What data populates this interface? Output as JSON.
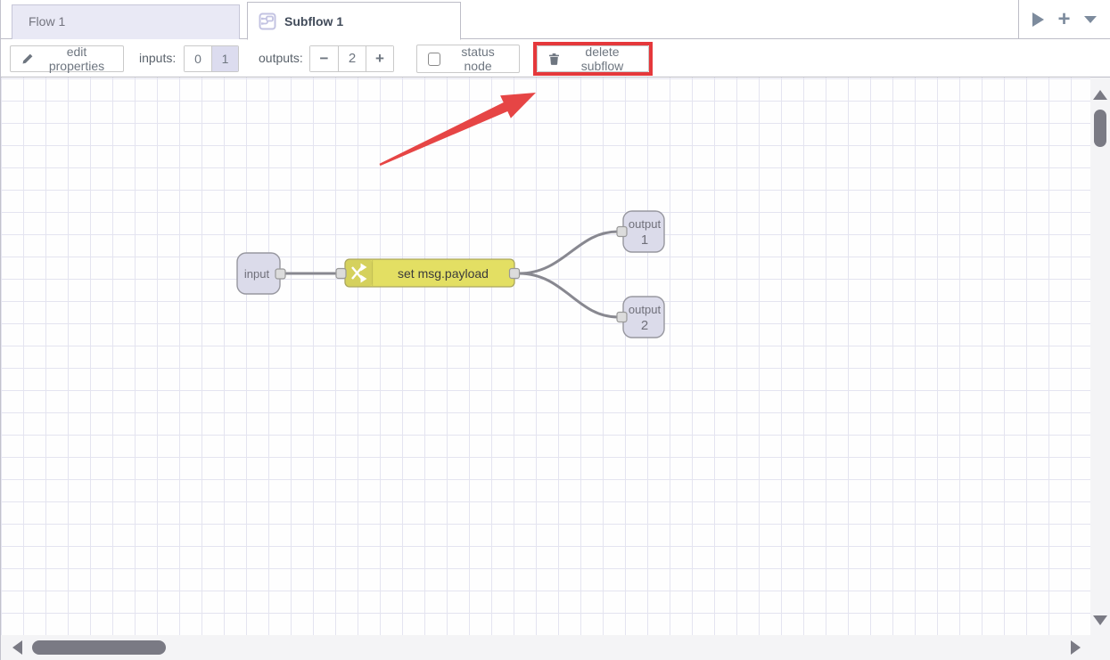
{
  "tabbar": {
    "tabs": [
      {
        "label": "Flow 1",
        "active": false
      },
      {
        "label": "Subflow 1",
        "active": true
      }
    ],
    "controls": {
      "next_tab_icon": "triangle-right",
      "add_tab_icon": "plus",
      "tab_menu_icon": "chevron-down",
      "icon_color": "#7d8b9d"
    }
  },
  "toolbar": {
    "edit_properties_label": "edit properties",
    "inputs_label": "inputs:",
    "inputs_options": [
      "0",
      "1"
    ],
    "inputs_selected": "1",
    "outputs_label": "outputs:",
    "outputs_minus_glyph": "−",
    "outputs_value": "2",
    "outputs_plus_glyph": "+",
    "status_node_label": "status node",
    "status_node_checked": false,
    "delete_subflow_label": "delete subflow"
  },
  "flow": {
    "nodes": {
      "input": {
        "label": "input",
        "type": "subflow-input",
        "fill": "#dbdbea"
      },
      "change": {
        "label": "set msg.payload",
        "type": "change",
        "fill": "#e3df63"
      },
      "output1": {
        "line1": "output",
        "line2": "1",
        "type": "subflow-output",
        "fill": "#dbdbea"
      },
      "output2": {
        "line1": "output",
        "line2": "2",
        "type": "subflow-output",
        "fill": "#dbdbea"
      }
    },
    "wires": [
      {
        "from": "input",
        "to": "change"
      },
      {
        "from": "change",
        "to": "output1"
      },
      {
        "from": "change",
        "to": "output2"
      }
    ]
  },
  "annotation": {
    "highlighted_button": "delete subflow",
    "highlight_color": "#e5383b",
    "arrow_color": "#e64545"
  },
  "icons": {
    "edit": "pencil-icon",
    "delete": "trash-icon",
    "change_node": "shuffle-icon",
    "subflow_tab": "subflow-icon",
    "status": "checkbox"
  },
  "colors": {
    "grid_line": "#e4e4f0",
    "wire": "#888890",
    "node_border": "#97979f",
    "selected_toggle_bg": "#dcdcef",
    "inactive_tab_bg": "#e9e9f5"
  }
}
